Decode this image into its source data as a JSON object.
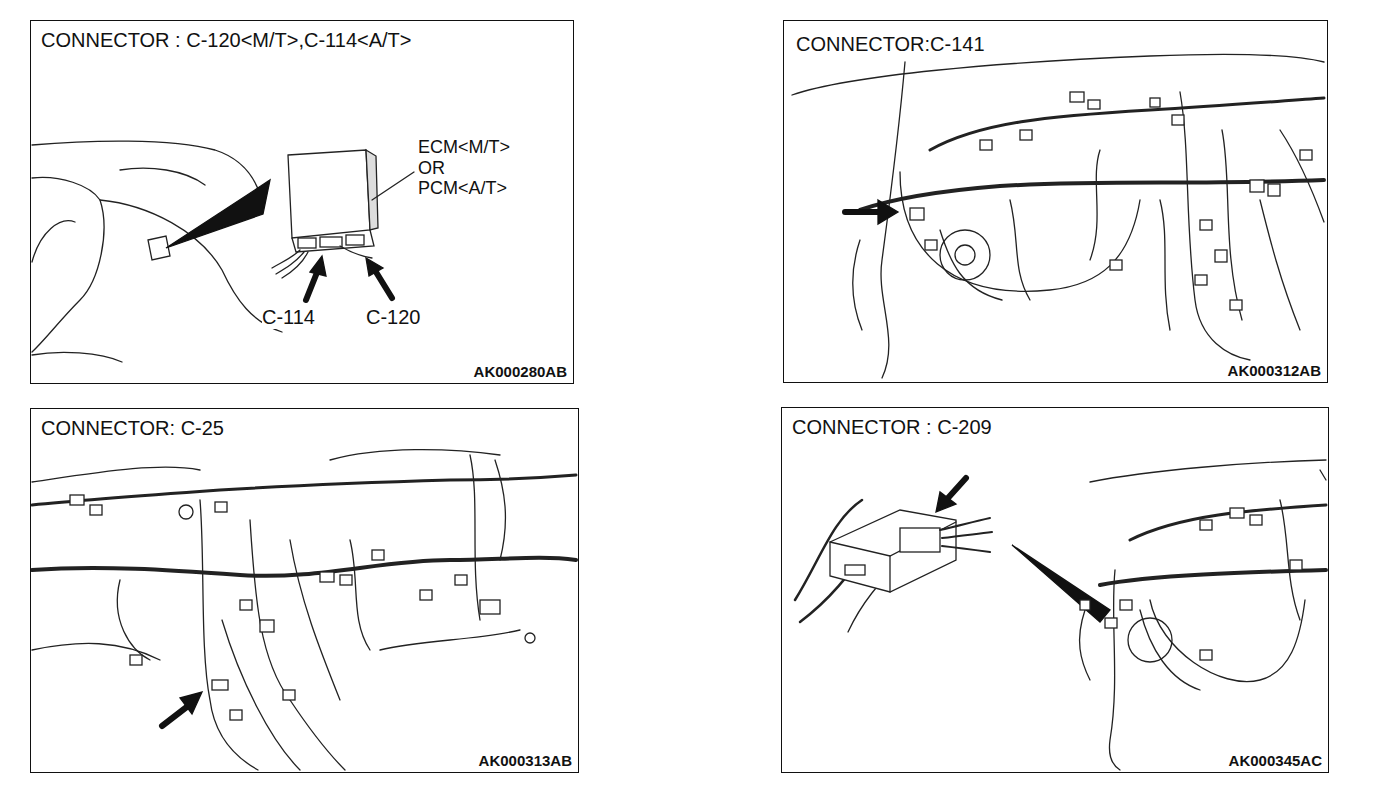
{
  "diagram": {
    "nodes": [
      {
        "text": [
          "CONNECTOR : C-120<M/T>,C-114<A/T>",
          "AK000280AB"
        ]
      },
      {
        "text": [
          "CONNECTOR:C-141",
          "AK000312AB"
        ]
      },
      {
        "text": [
          "CONNECTOR: C-25",
          "AK000313AB"
        ]
      },
      {
        "text": [
          "CONNECTOR : C-209",
          "AK000345AC"
        ]
      }
    ],
    "labels": [
      "ECM<M/T> OR PCM<A/T>",
      "C-114",
      "C-120"
    ]
  }
}
